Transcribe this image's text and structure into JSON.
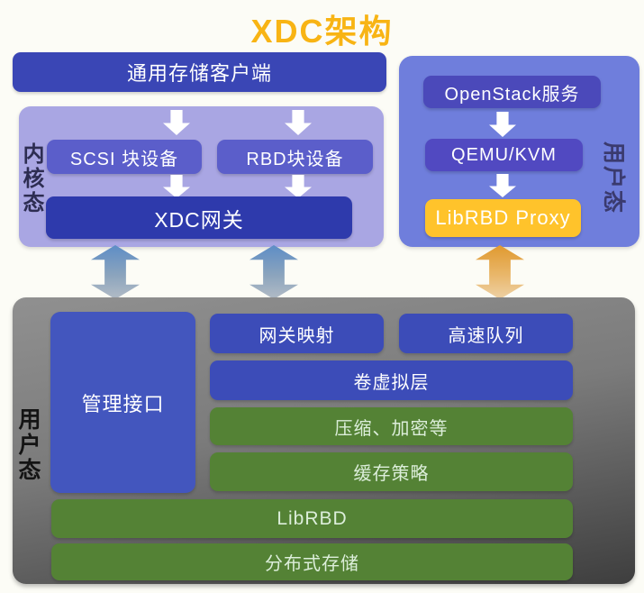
{
  "title": "XDC架构",
  "colors": {
    "title_orange": "#f8b414",
    "dark_blue": "#3a46b5",
    "gateway_blue": "#2e3aac",
    "device_violet": "#5b5eca",
    "kernel_panel_purple": "#a9a6e3",
    "right_panel_blue": "#6f7edc",
    "proxy_yellow": "#ffc32b",
    "row_blue": "#3c4cb8",
    "green": "#548235",
    "panel_gray": "#7b7b7b"
  },
  "top_left": {
    "client_box": "通用存储客户端",
    "kernel_label": "内核态",
    "scsi_box": "SCSI 块设备",
    "rbd_box": "RBD块设备",
    "gateway_box": "XDC网关"
  },
  "top_right": {
    "user_label": "用户态",
    "openstack_box": "OpenStack服务",
    "qemu_box": "QEMU/KVM",
    "proxy_box": "LibRBD Proxy"
  },
  "bottom": {
    "user_label": "用户态",
    "mgmt_box": "管理接口",
    "map_box": "网关映射",
    "queue_box": "高速队列",
    "volume_box": "卷虚拟层",
    "compress_box": "压缩、加密等",
    "cache_box": "缓存策略",
    "librbd_box": "LibRBD",
    "storage_box": "分布式存储"
  }
}
